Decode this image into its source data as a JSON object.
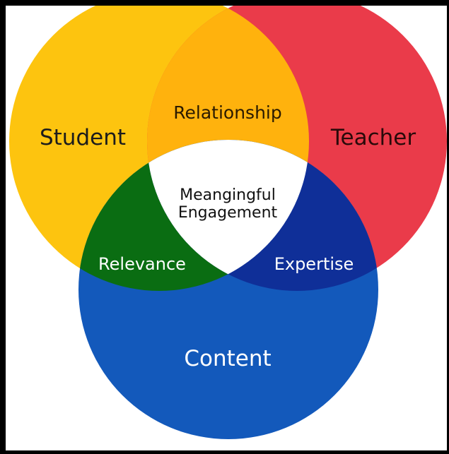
{
  "colors": {
    "background": "#ffffff",
    "border": "#000000",
    "student": "#fdc40f",
    "teacher": "#ea3b4a",
    "content": "#1359bb",
    "relationship": "#ffb20d",
    "relevance": "#0a6d12",
    "expertise": "#0f2f98",
    "center": "#ffffff"
  },
  "circles": {
    "student": {
      "label": "Student"
    },
    "teacher": {
      "label": "Teacher"
    },
    "content": {
      "label": "Content"
    }
  },
  "overlaps": {
    "relationship": {
      "label": "Relationship"
    },
    "relevance": {
      "label": "Relevance"
    },
    "expertise": {
      "label": "Expertise"
    },
    "center": {
      "line1": "Meangingful",
      "line2": "Engagement"
    }
  }
}
